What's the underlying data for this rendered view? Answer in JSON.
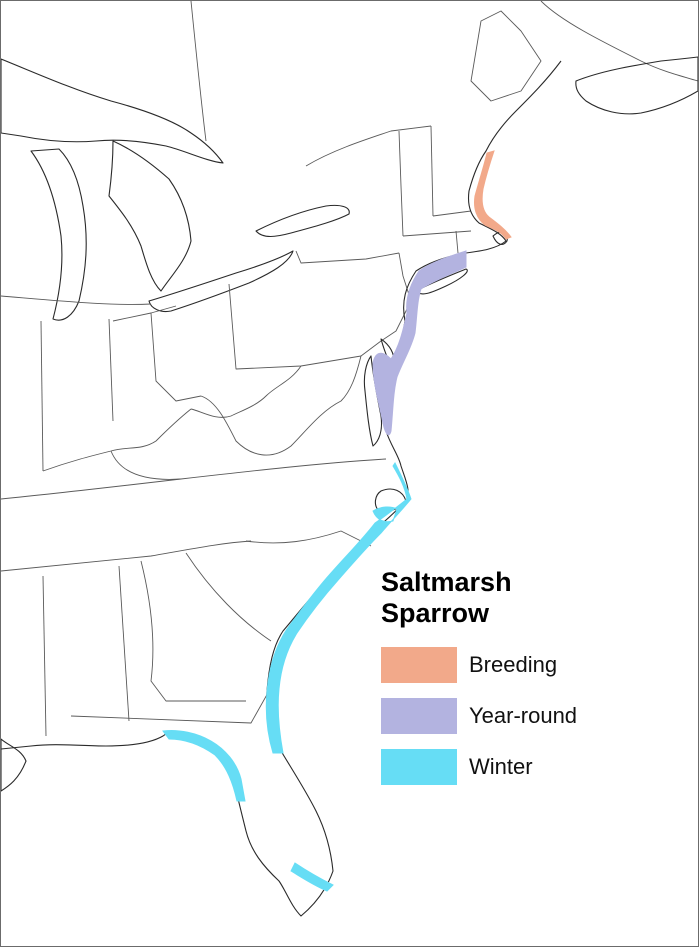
{
  "legend": {
    "title_line1": "Saltmarsh",
    "title_line2": "Sparrow",
    "items": [
      {
        "label": "Breeding",
        "color": "#f2a98a"
      },
      {
        "label": "Year-round",
        "color": "#b3b3e0"
      },
      {
        "label": "Winter",
        "color": "#66ddf5"
      }
    ]
  },
  "map": {
    "region": "Eastern United States",
    "range_colors": {
      "breeding": "#f2a98a",
      "year_round": "#b3b3e0",
      "winter": "#66ddf5"
    }
  }
}
